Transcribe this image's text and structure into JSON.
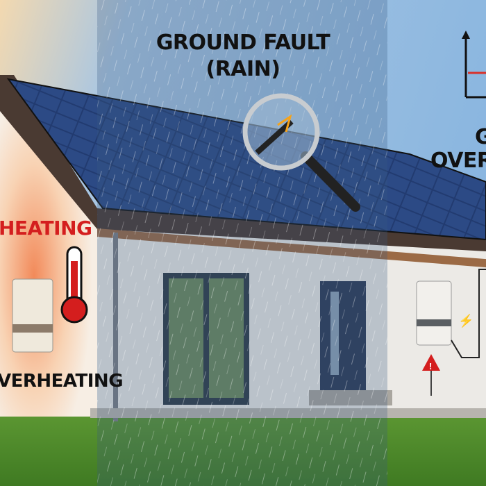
{
  "panels": {
    "ground_fault": {
      "title_line1": "GROUND FAULT",
      "title_line2": "(RAIN)",
      "icon": "magnifier-cable-spark-icon"
    },
    "overheating": {
      "top_label": "HEATING",
      "bottom_label": "VERHEATING",
      "icon": "thermometer-icon",
      "accent": "#d41e1e"
    },
    "grid_overvoltage": {
      "label_line1": "G",
      "label_line2": "OVERV",
      "icon": "voltage-graph-icon",
      "accent": "#d9302a"
    }
  },
  "colors": {
    "sky": "#8fb8de",
    "panel": "#1e3566",
    "wall": "#eceae6",
    "grass": "#4f8a2a",
    "warning": "#d41e1e"
  }
}
